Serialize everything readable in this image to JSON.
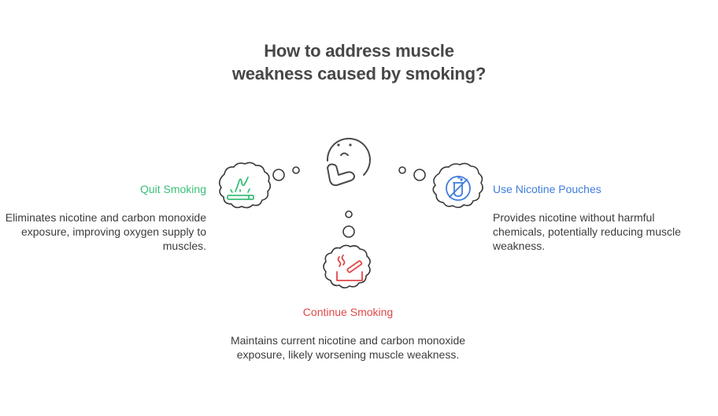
{
  "title": "How to address muscle weakness caused by smoking?",
  "center": {
    "icon": "thinking-face-icon"
  },
  "options": [
    {
      "id": "quit",
      "label": "Quit Smoking",
      "description": "Eliminates nicotine and carbon monoxide exposure, improving oxygen supply to muscles.",
      "icon": "extinguished-cigarette-icon",
      "color": "#3bbf7a"
    },
    {
      "id": "pouches",
      "label": "Use Nicotine Pouches",
      "description": "Provides nicotine without harmful chemicals, potentially reducing muscle weakness.",
      "icon": "no-test-tube-icon",
      "color": "#3f7ddb"
    },
    {
      "id": "continue",
      "label": "Continue Smoking",
      "description": "Maintains current nicotine and carbon monoxide exposure, likely worsening muscle weakness.",
      "icon": "smoking-cigarette-icon",
      "color": "#e04848"
    }
  ]
}
